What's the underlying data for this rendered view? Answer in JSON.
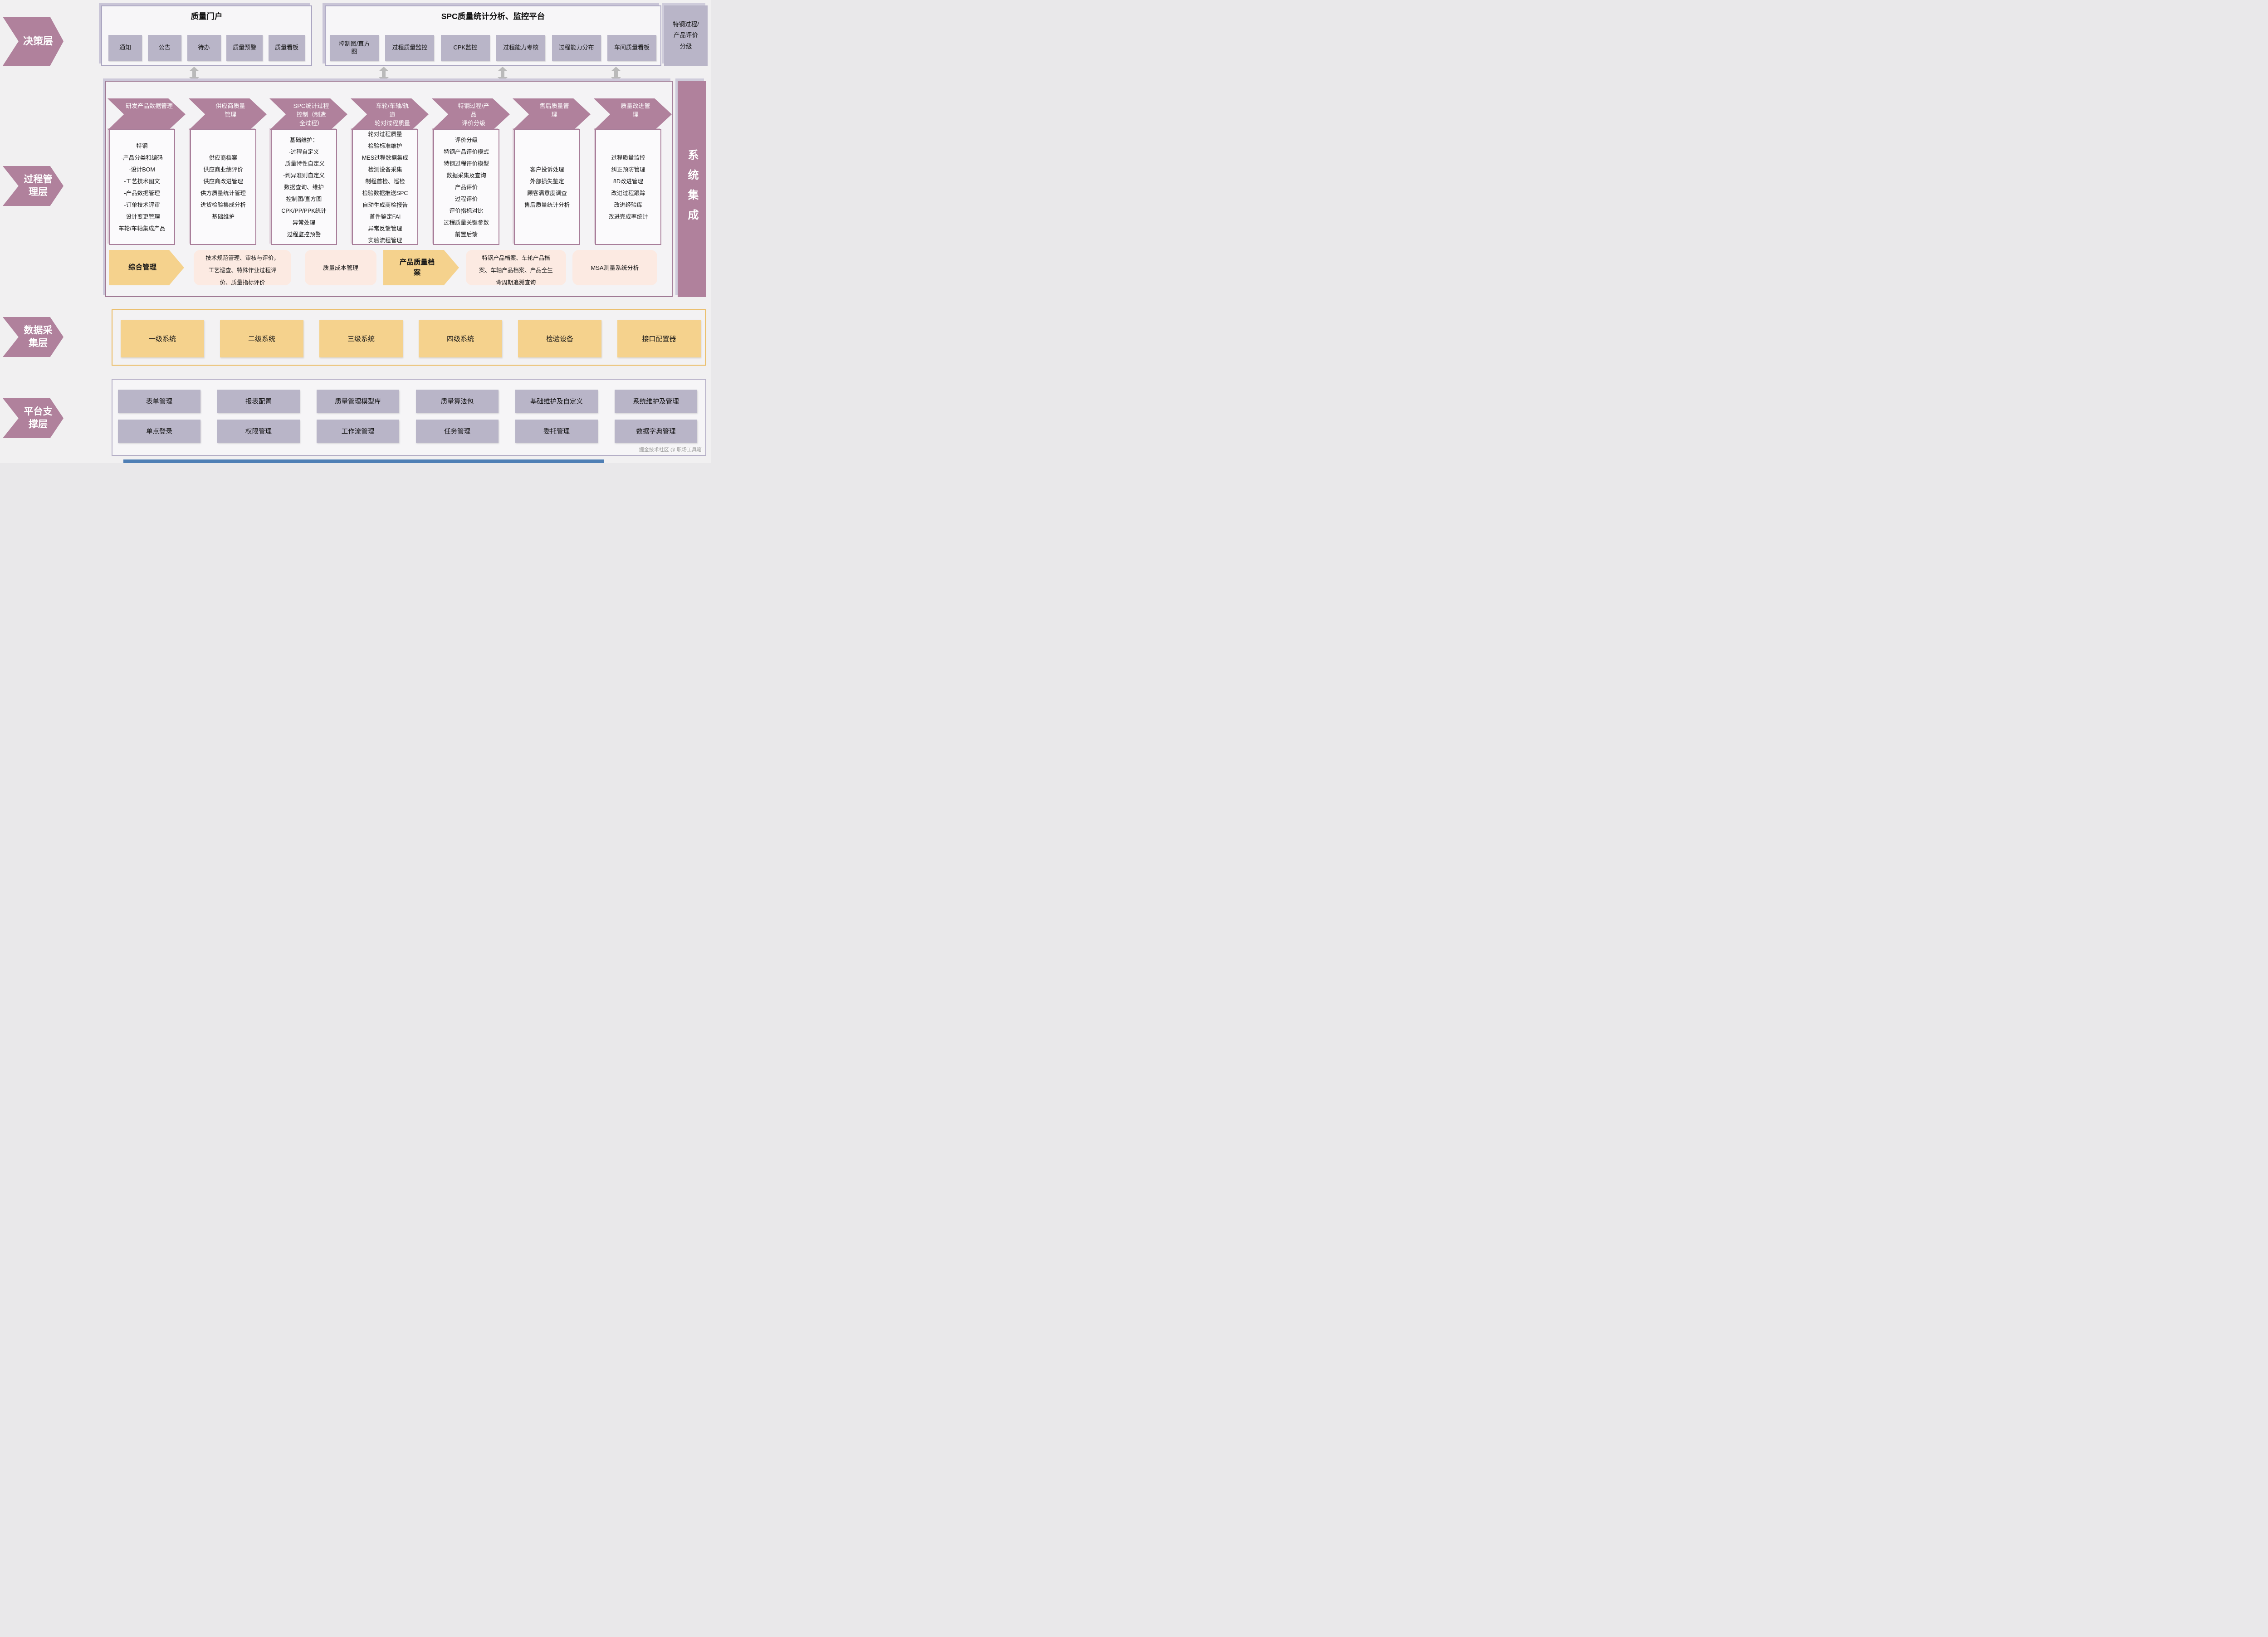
{
  "layers": [
    "决策层",
    "过程管\n理层",
    "数据采\n集层",
    "平台支\n撑层"
  ],
  "portal": {
    "title": "质量门户",
    "items": [
      "通知",
      "公告",
      "待办",
      "质量预警",
      "质量看板"
    ]
  },
  "spc": {
    "title": "SPC质量统计分析、监控平台",
    "items": [
      "控制图/直方\n图",
      "过程质量监控",
      "CPK监控",
      "过程能力考核",
      "过程能力分布",
      "车间质量看板"
    ]
  },
  "special_grading_box": "特钢过程/\n产品评价\n分级",
  "system_integration": "系统集成",
  "process": {
    "columns": [
      {
        "header": "研发产品数据管理",
        "body": "特钢\n-产品分类和编码\n-设计BOM\n-工艺技术图文\n-产品数据管理\n-订单技术评审\n-设计变更管理\n车轮/车轴集成产品"
      },
      {
        "header": "供应商质量\n管理",
        "body": "供应商档案\n供应商业绩评价\n供应商改进管理\n供方质量统计管理\n进货检验集成分析\n基础维护"
      },
      {
        "header": "SPC统计过程\n控制（制造\n全过程）",
        "body": "基础维护：\n-过程自定义\n-质量特性自定义\n-判异准则自定义\n数据查询、维护\n控制图/直方图\nCPK/PP/PPK统计\n异常处理\n过程监控预警"
      },
      {
        "header": "车轮/车轴/轨\n道\n轮对过程质量",
        "body": "轮对过程质量\n检验标准维护\nMES过程数据集成\n检测设备采集\n制程首检、巡检\n检验数据推送SPC\n自动生成商检报告\n首件鉴定FAI\n异常反馈管理\n实验流程管理"
      },
      {
        "header": "特钢过程/产\n品\n评价分级",
        "body": "评价分级\n特钢产品评价模式\n特钢过程评价模型\n数据采集及查询\n产品评价\n过程评价\n评价指标对比\n过程质量关键参数\n前置后馈"
      },
      {
        "header": "售后质量管\n理",
        "body": "客户投诉处理\n外部损失鉴定\n顾客满意度调查\n售后质量统计分析"
      },
      {
        "header": "质量改进管\n理",
        "body": "过程质量监控\n纠正预防管理\n8D改进管理\n改进过程跟踪\n改进经验库\n改进完成率统计"
      }
    ],
    "bottom": {
      "arrow1": "综合管理",
      "pink1": "技术规范管理、审核与评价，\n工艺巡查、特殊作业过程评\n价、质量指标评价",
      "pink2": "质量成本管理",
      "arrow2": "产品质量档\n案",
      "pink3": "特钢产品档案、车轮产品档\n案、车轴产品档案、产品全生\n命周期追溯查询",
      "pink4": "MSA测量系统分析"
    }
  },
  "data_layer": {
    "items": [
      "一级系统",
      "二级系统",
      "三级系统",
      "四级系统",
      "检验设备",
      "接口配置器"
    ]
  },
  "platform": {
    "row1": [
      "表单管理",
      "报表配置",
      "质量管理模型库",
      "质量算法包",
      "基础维护及自定义",
      "系统维护及管理"
    ],
    "row2": [
      "单点登录",
      "权限管理",
      "工作流管理",
      "任务管理",
      "委托管理",
      "数据字典管理"
    ]
  },
  "watermark": "掘金技术社区 @ 职场工具箱",
  "colors": {
    "mauve": "#b0819c",
    "lavender": "#b9b5c8",
    "yellow": "#f5d28d",
    "yellow_border": "#eab757",
    "pink": "#fceae2",
    "gray_arrow": "#bababa",
    "blue_bar": "#4f7fb5"
  }
}
